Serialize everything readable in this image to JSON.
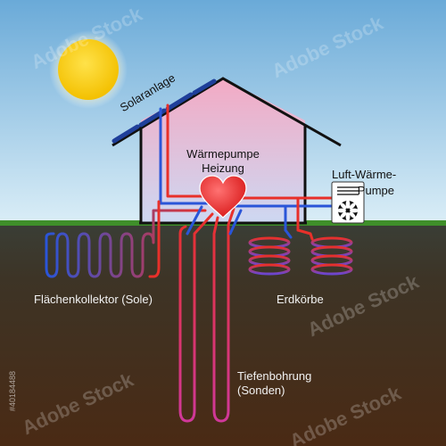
{
  "labels": {
    "solar": "Solaranlage",
    "heatpump_line1": "Wärmepumpe",
    "heatpump_line2": "Heizung",
    "air_line1": "Luft-Wärme-",
    "air_line2": "Pumpe",
    "flat_collector": "Flächenkollektor (Sole)",
    "baskets": "Erdkörbe",
    "deep_line1": "Tiefenbohrung",
    "deep_line2": "(Sonden)"
  },
  "watermark": {
    "text": "Adobe Stock",
    "id": "#40184488"
  },
  "colors": {
    "sky_top": "#6aaad8",
    "sky_bottom": "#dbeef7",
    "grass": "#3f8f2a",
    "ground_top": "#3a3e36",
    "ground_bottom": "#4a2a14",
    "house_top": "#f3aac4",
    "house_bottom": "#c9d6f1",
    "pipe_hot": "#e8302a",
    "pipe_cold": "#2a55d8",
    "heart": "#e82a2a",
    "sun": "#ffd21a"
  },
  "icons": [
    "sun-icon",
    "heart-icon",
    "fan-icon",
    "solar-panel-icon"
  ]
}
